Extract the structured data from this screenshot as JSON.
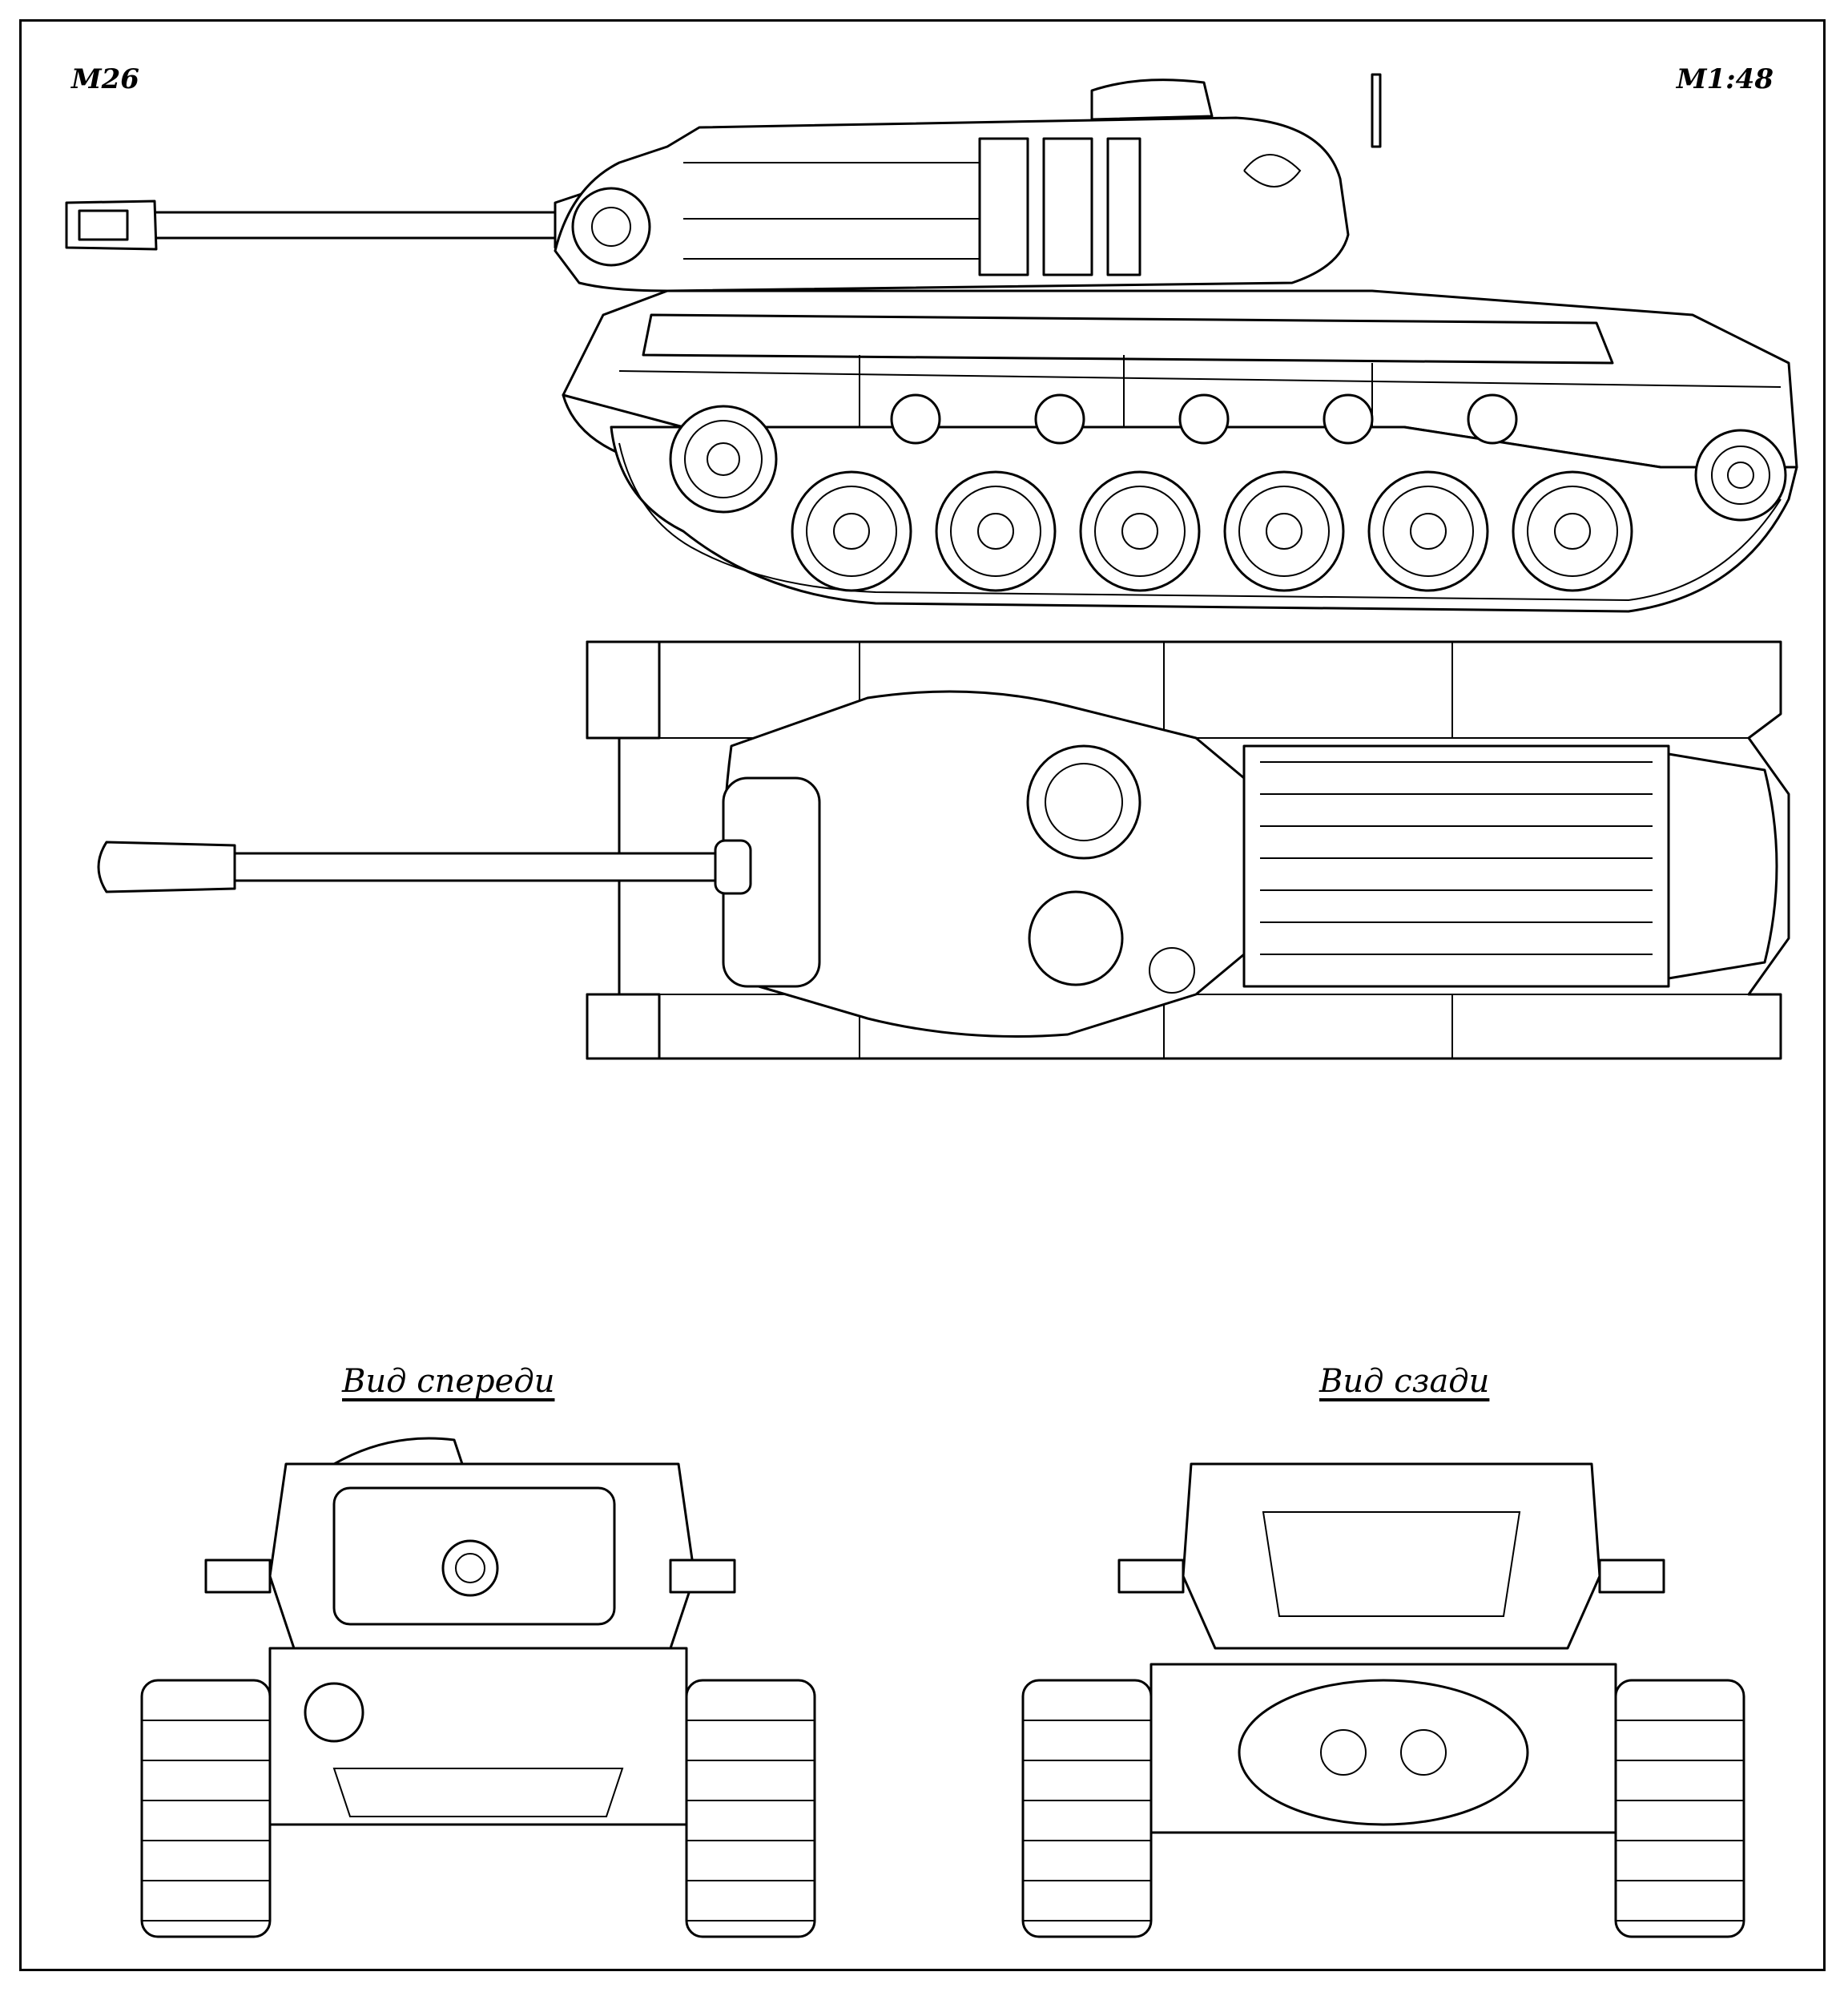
{
  "sheet": {
    "title": "M26",
    "scale": "M1:48"
  },
  "views": {
    "front_caption": "Вид спереди",
    "rear_caption": "Вид сзади"
  }
}
